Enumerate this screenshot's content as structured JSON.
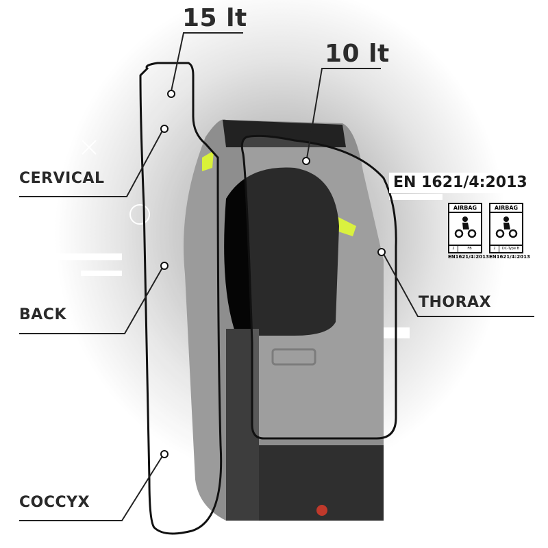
{
  "volumes": {
    "back_bladder": "15 lt",
    "thorax_bladder": "10 lt"
  },
  "zones": {
    "cervical": "CERVICAL",
    "back": "BACK",
    "coccyx": "COCCYX",
    "thorax": "THORAX"
  },
  "certification": {
    "standard": "EN 1621/4:2013",
    "badges": [
      {
        "title": "AIRBAG",
        "level": "2",
        "type": "FB",
        "standard": "EN1621/4:2013"
      },
      {
        "title": "AIRBAG",
        "level": "2",
        "type": "DC-Type B",
        "standard": "EN1621/4:2013"
      }
    ]
  },
  "colors": {
    "line": "#1a1a1a",
    "vest": "#8e8e8e",
    "accent": "#d4ef1e"
  }
}
